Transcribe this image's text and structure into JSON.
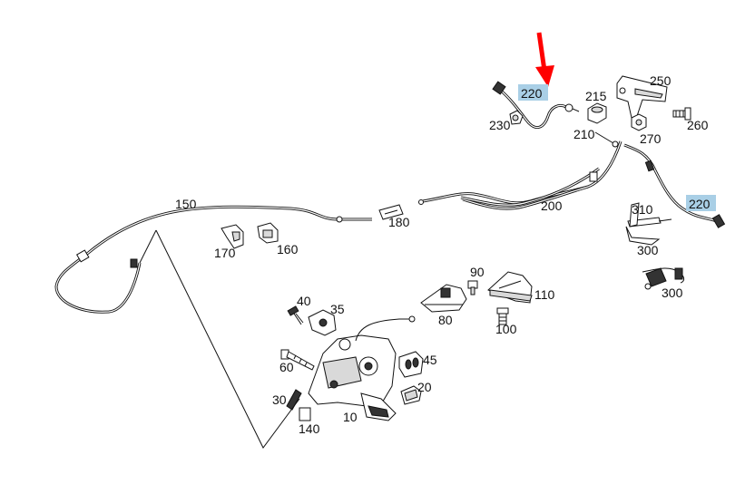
{
  "labels": {
    "p220_top": "220",
    "p220_right": "220",
    "p230": "230",
    "p215": "215",
    "p250": "250",
    "p260": "260",
    "p210": "210",
    "p270": "270",
    "p150": "150",
    "p180": "180",
    "p200": "200",
    "p310": "310",
    "p300_a": "300",
    "p300_b": "300",
    "p170": "170",
    "p160": "160",
    "p90": "90",
    "p110": "110",
    "p80": "80",
    "p40": "40",
    "p35": "35",
    "p100": "100",
    "p60": "60",
    "p45": "45",
    "p20": "20",
    "p30": "30",
    "p10": "10",
    "p140": "140"
  },
  "colors": {
    "highlight": "#a9cfe6",
    "arrow": "#ff0000",
    "line": "#111111"
  },
  "icons": {
    "pointer": "red-arrow-down-icon"
  }
}
